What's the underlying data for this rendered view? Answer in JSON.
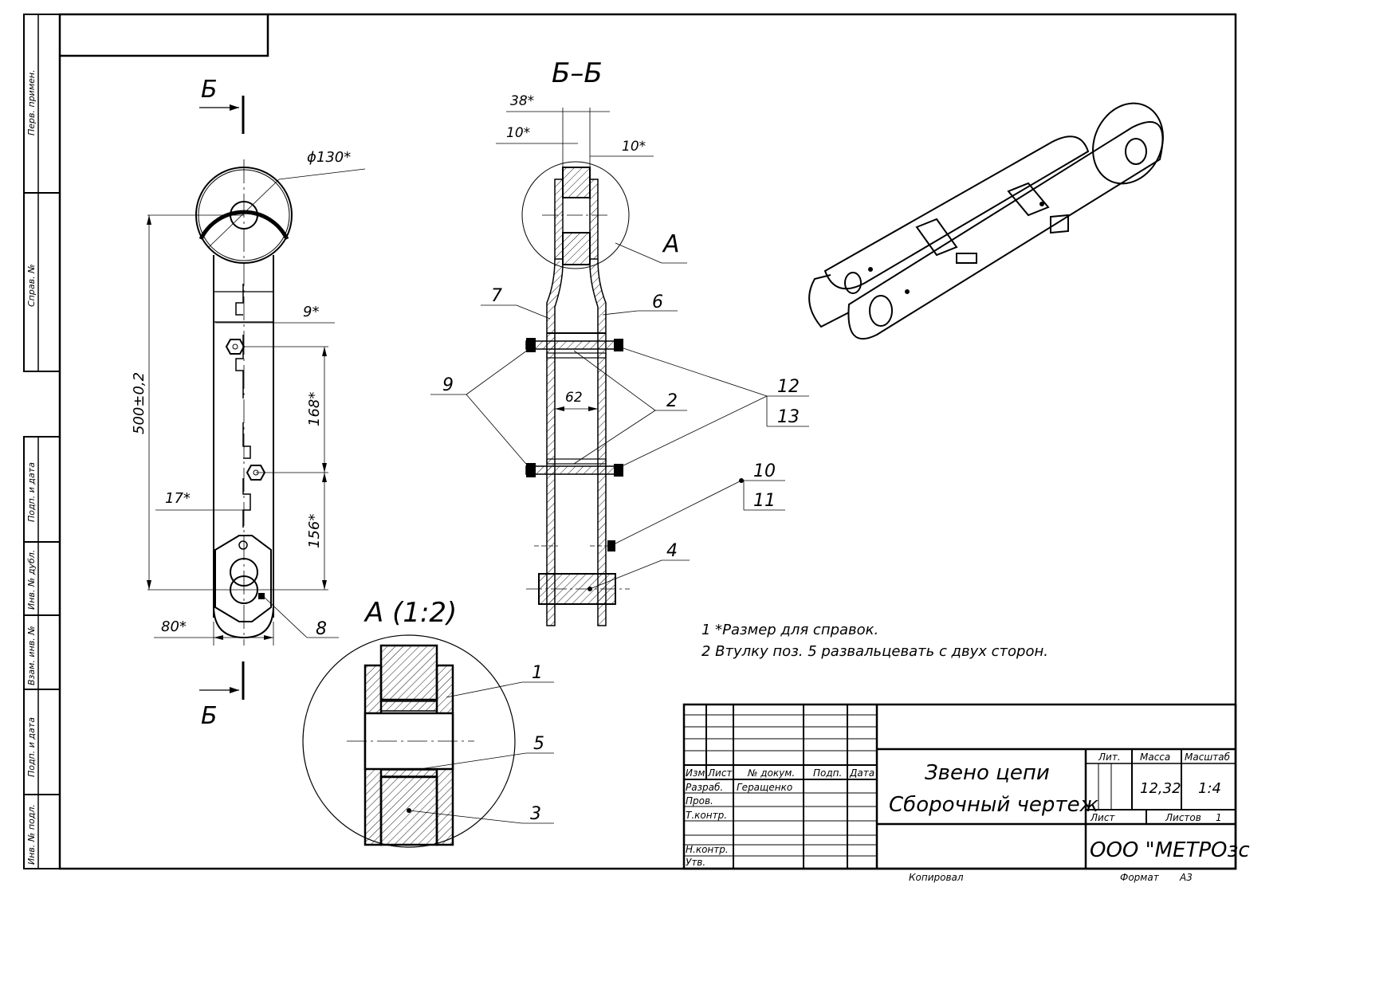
{
  "side_strip": {
    "perv_primen": "Перв. примен.",
    "sprav_no": "Справ. №",
    "podp_data_1": "Подп. и дата",
    "inv_dubl": "Инв. № дубл.",
    "vzam_inv": "Взам. инв. №",
    "podp_data_2": "Подп. и дата",
    "inv_podl": "Инв. № подл."
  },
  "front_view": {
    "section_letter_top": "Б",
    "section_letter_bottom": "Б",
    "dim_diameter": "ϕ130*",
    "dim_length": "500±0,2",
    "dim_9": "9*",
    "dim_168": "168*",
    "dim_156": "156*",
    "dim_17": "17*",
    "dim_80": "80*",
    "pos_8": "8"
  },
  "section_view": {
    "title": "Б–Б",
    "dim_38": "38*",
    "dim_10_left": "10*",
    "dim_10_right": "10*",
    "dim_62": "62",
    "detail_ref": "А",
    "pos_7": "7",
    "pos_6": "6",
    "pos_9": "9",
    "pos_2": "2",
    "pos_12": "12",
    "pos_13": "13",
    "pos_10": "10",
    "pos_11": "11",
    "pos_4": "4"
  },
  "detail_view": {
    "title": "А (1:2)",
    "pos_1": "1",
    "pos_5": "5",
    "pos_3": "3"
  },
  "notes": [
    "1  *Размер для справок.",
    "2  Втулку поз. 5 развальцевать с двух сторон."
  ],
  "title_block": {
    "izm": "Изм.",
    "list": "Лист",
    "n_dokum": "№ докум.",
    "podp": "Подп.",
    "data": "Дата",
    "razrab": "Разраб.",
    "razrab_name": "Геращенко",
    "prov": "Пров.",
    "tkontr": "Т.контр.",
    "nkontr": "Н.контр.",
    "utv": "Утв.",
    "name_line1": "Звено цепи",
    "name_line2": "Сборочный чертеж",
    "lit": "Лит.",
    "massa": "Масса",
    "masshtab": "Масштаб",
    "massa_value": "12,32",
    "masshtab_value": "1:4",
    "list_label": "Лист",
    "listov_label": "Листов",
    "listov_value": "1",
    "org": "ООО \"МЕТРОзск\"",
    "kopiroval": "Копировал",
    "format_label": "Формат",
    "format_value": "А3"
  }
}
